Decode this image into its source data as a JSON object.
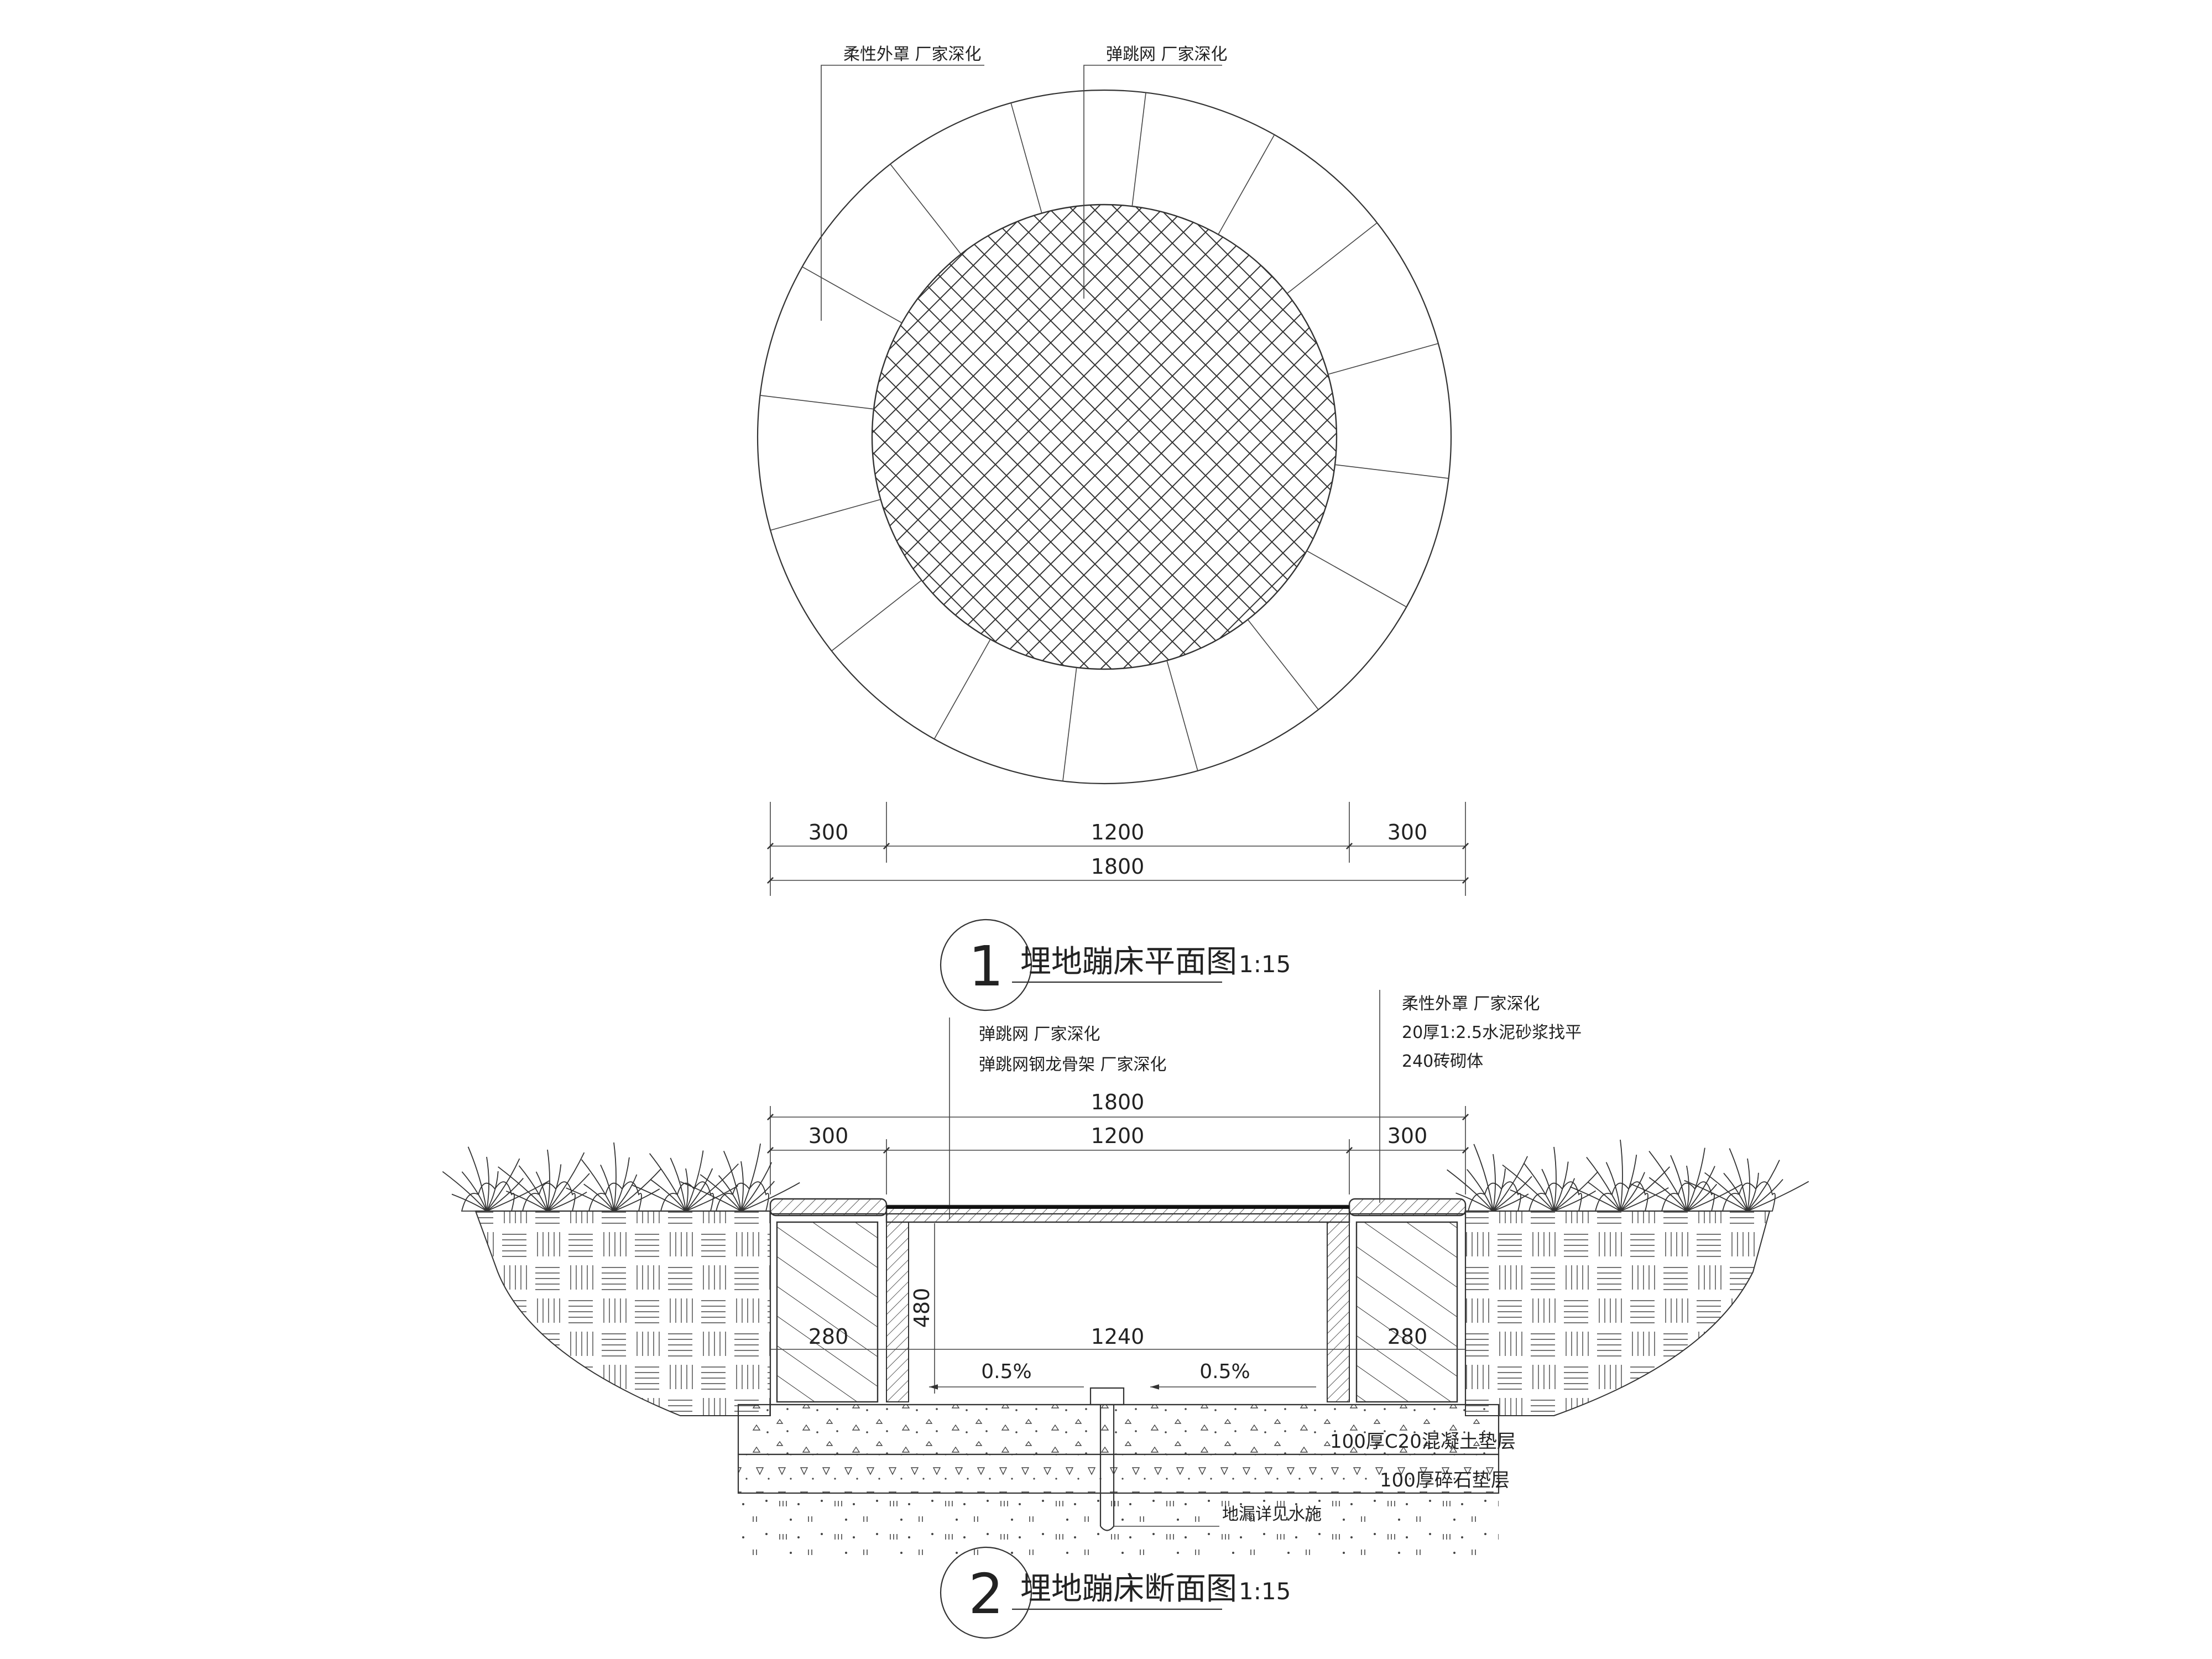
{
  "plan": {
    "callout_left": "柔性外罩  厂家深化",
    "callout_right": "弹跳网  厂家深化",
    "dim_left": "300",
    "dim_mid": "1200",
    "dim_right": "300",
    "dim_total": "1800",
    "title_number": "1",
    "title": "埋地蹦床平面图",
    "scale": "1:15"
  },
  "section": {
    "callout_net": "弹跳网  厂家深化",
    "callout_frame": "弹跳网钢龙骨架  厂家深化",
    "callout_cover": "柔性外罩  厂家深化",
    "callout_mortar": "20厚1:2.5水泥砂浆找平",
    "callout_brick": "240砖砌体",
    "dim_total": "1800",
    "dim_left": "300",
    "dim_mid": "1200",
    "dim_right": "300",
    "depth": "480",
    "wall_left": "280",
    "inner_width": "1240",
    "wall_right": "280",
    "slope_left": "0.5%",
    "slope_right": "0.5%",
    "layer_concrete": "100厚C20混凝土垫层",
    "layer_gravel": "100厚碎石垫层",
    "drain_note": "地漏详见水施",
    "title_number": "2",
    "title": "埋地蹦床断面图",
    "scale": "1:15"
  }
}
